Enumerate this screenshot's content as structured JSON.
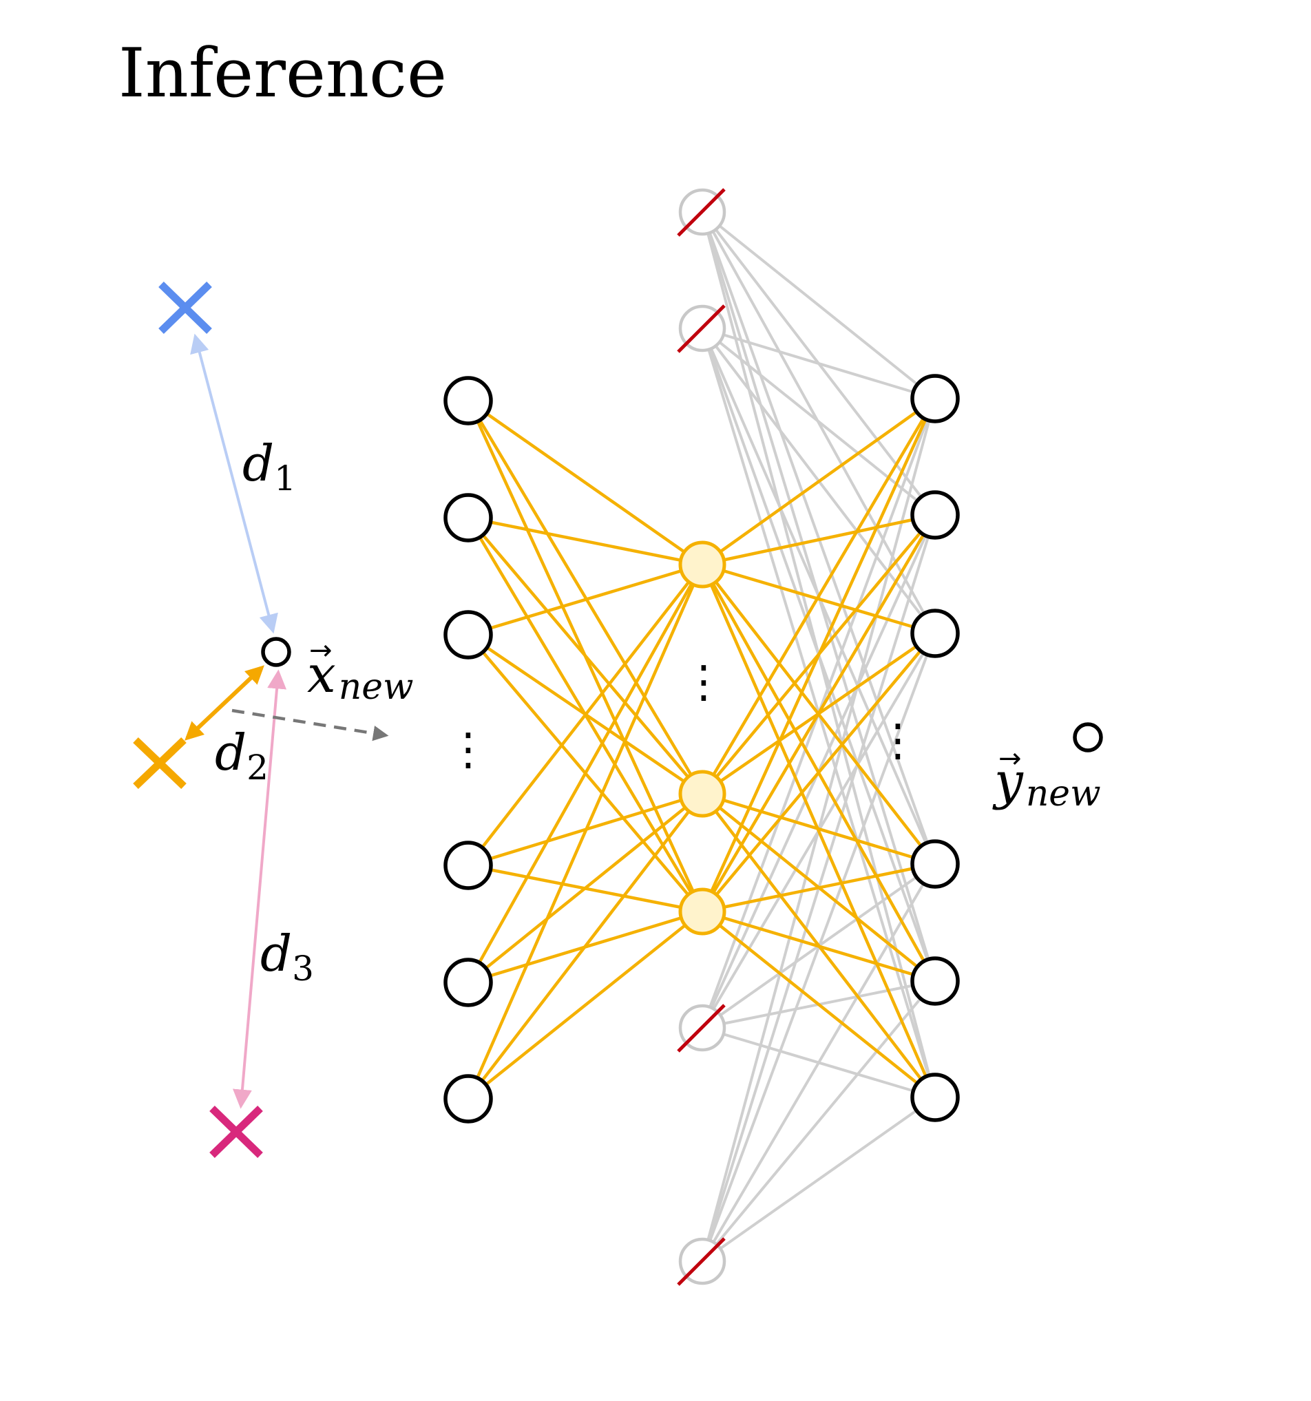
{
  "title": "Inference",
  "labels": {
    "d1_main": "d",
    "d1_sub": "1",
    "d2_main": "d",
    "d2_sub": "2",
    "d3_main": "d",
    "d3_sub": "3",
    "x_main": "x",
    "x_sub": "new",
    "y_main": "y",
    "y_sub": "new",
    "vec_arrow": "→",
    "ellipsis": "⋮"
  },
  "colors": {
    "active_edge": "#f5b100",
    "active_node_fill": "#fff3cc",
    "active_node_stroke": "#f5b100",
    "inactive_edge": "#cfcfcf",
    "inactive_node_stroke": "#c8c8c8",
    "pruned_mark": "#c0000d",
    "cluster_1": "#5b8def",
    "cluster_2": "#f5a800",
    "cluster_3": "#d8287c",
    "d1_line": "#b9cdf5",
    "d3_line": "#f0a8c8",
    "dashed_arrow": "#777777",
    "node_stroke": "#000000"
  },
  "legend": {
    "icons": [
      "cluster-cross-icon",
      "pruned-neuron-icon",
      "dashed-arrow-icon"
    ]
  }
}
